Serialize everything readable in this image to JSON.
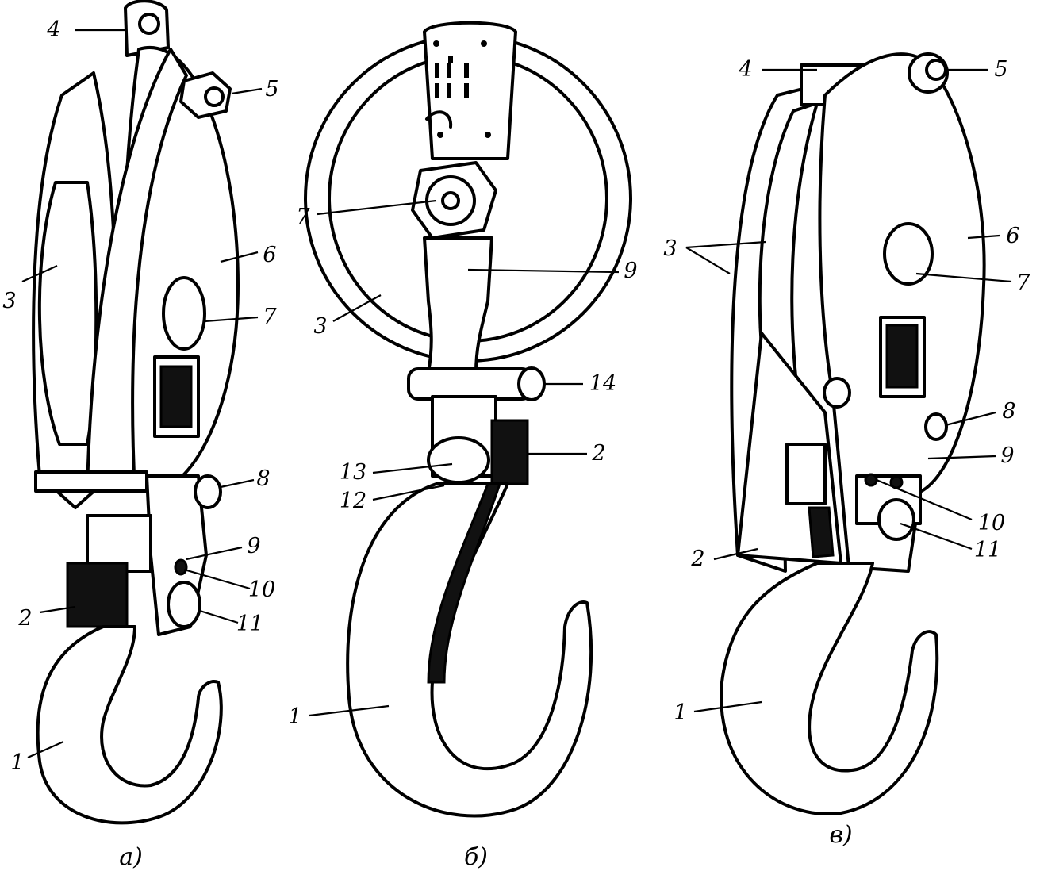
{
  "figures": [
    {
      "caption": "а)",
      "callouts": [
        "4",
        "5",
        "6",
        "3",
        "7",
        "8",
        "9",
        "10",
        "2",
        "11",
        "1"
      ]
    },
    {
      "caption": "б)",
      "callouts": [
        "7",
        "9",
        "3",
        "14",
        "2",
        "13",
        "12",
        "1"
      ]
    },
    {
      "caption": "в)",
      "callouts": [
        "4",
        "5",
        "6",
        "3",
        "7",
        "8",
        "9",
        "10",
        "2",
        "11",
        "1"
      ]
    }
  ]
}
